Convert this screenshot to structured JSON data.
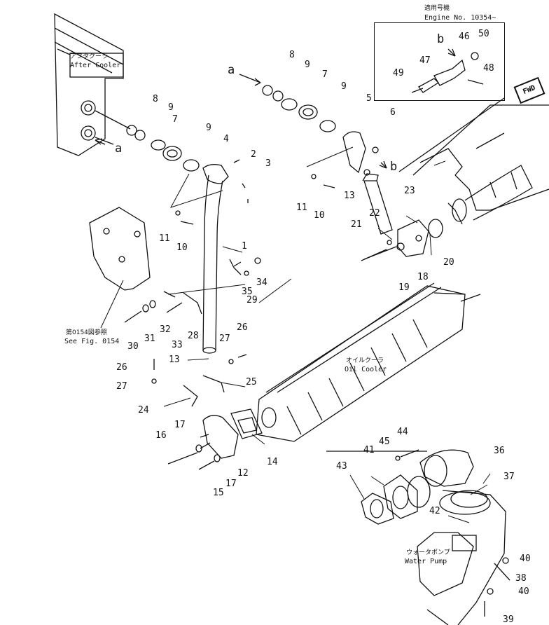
{
  "title": {
    "jp": "適用号機",
    "engine": "Engine No. 10354~"
  },
  "refs": {
    "after_cooler_jp": "アフタクーラ",
    "after_cooler": "After Cooler",
    "oil_cooler_jp": "オイルクーラ",
    "oil_cooler": "Oil Cooler",
    "water_pump_jp": "ウォータポンプ",
    "water_pump": "Water Pump",
    "see_fig_jp": "第0154図参照",
    "see_fig": "See Fig. 0154",
    "fwd": "FWD"
  },
  "letters": {
    "a": "a",
    "b": "b"
  },
  "parts": {
    "p1": "1",
    "p2": "2",
    "p3": "3",
    "p4": "4",
    "p5": "5",
    "p6": "6",
    "p7": "7",
    "p8": "8",
    "p9": "9",
    "p10": "10",
    "p11": "11",
    "p12": "12",
    "p13": "13",
    "p14": "14",
    "p15": "15",
    "p16": "16",
    "p17": "17",
    "p18": "18",
    "p19": "19",
    "p20": "20",
    "p21": "21",
    "p22": "22",
    "p23": "23",
    "p24": "24",
    "p25": "25",
    "p26": "26",
    "p27": "27",
    "p28": "28",
    "p29": "29",
    "p30": "30",
    "p31": "31",
    "p32": "32",
    "p33": "33",
    "p34": "34",
    "p35": "35",
    "p36": "36",
    "p37": "37",
    "p38": "38",
    "p39": "39",
    "p40": "40",
    "p41": "41",
    "p42": "42",
    "p43": "43",
    "p44": "44",
    "p45": "45",
    "p46": "46",
    "p47": "47",
    "p48": "48",
    "p49": "49",
    "p50": "50"
  }
}
